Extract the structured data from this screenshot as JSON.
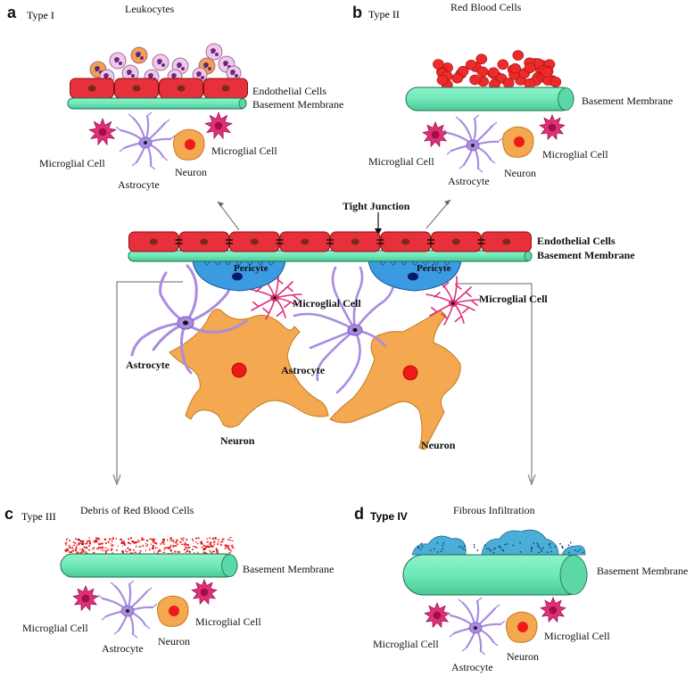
{
  "panels": {
    "a": {
      "letter": "a",
      "type": "Type I",
      "title": "Leukocytes",
      "endothelial": "Endothelial  Cells",
      "basement": "Basement  Membrane",
      "microglial_left": "Microglial Cell",
      "microglial_right": "Microglial Cell",
      "neuron": "Neuron",
      "astrocyte": "Astrocyte"
    },
    "b": {
      "letter": "b",
      "type": "Type II",
      "title": "Red Blood Cells",
      "basement": "Basement Membrane",
      "microglial_left": "Microglial Cell",
      "microglial_right": "Microglial Cell",
      "neuron": "Neuron",
      "astrocyte": "Astrocyte"
    },
    "c": {
      "letter": "c",
      "type": "Type III",
      "title": "Debris  of  Red  Blood  Cells",
      "basement": "Basement  Membrane",
      "microglial_left": "Microglial Cell",
      "microglial_right": "Microglial Cell",
      "neuron": "Neuron",
      "astrocyte": "Astrocyte"
    },
    "d": {
      "letter": "d",
      "type": "Type IV",
      "title": "Fibrous Infiltration",
      "basement": "Basement  Membrane",
      "microglial_left": "Microglial Cell",
      "microglial_right": "Microglial Cell",
      "neuron": "Neuron",
      "astrocyte": "Astrocyte"
    }
  },
  "center": {
    "tight_junction": "Tight Junction",
    "endothelial": "Endothelial Cells",
    "basement": "Basement Membrane",
    "pericyte_left": "Pericyte",
    "pericyte_right": "Pericyte",
    "microglial_center": "Microglial Cell",
    "microglial_right": "Microglial Cell",
    "astrocyte_left": "Astrocyte",
    "astrocyte_center": "Astrocyte",
    "neuron_left": "Neuron",
    "neuron_right": "Neuron"
  },
  "colors": {
    "endothelial": "#e8303c",
    "endothelial_nucleus": "#7a2a1a",
    "basement": "#6fe8b8",
    "pericyte": "#3a9be0",
    "astrocyte": "#a98ce0",
    "neuron": "#f4a850",
    "microglia": "#e0307a",
    "rbc": "#ee2a2a",
    "fibrous": "#4aaed8",
    "leukocyte": "#f0c8ec"
  }
}
